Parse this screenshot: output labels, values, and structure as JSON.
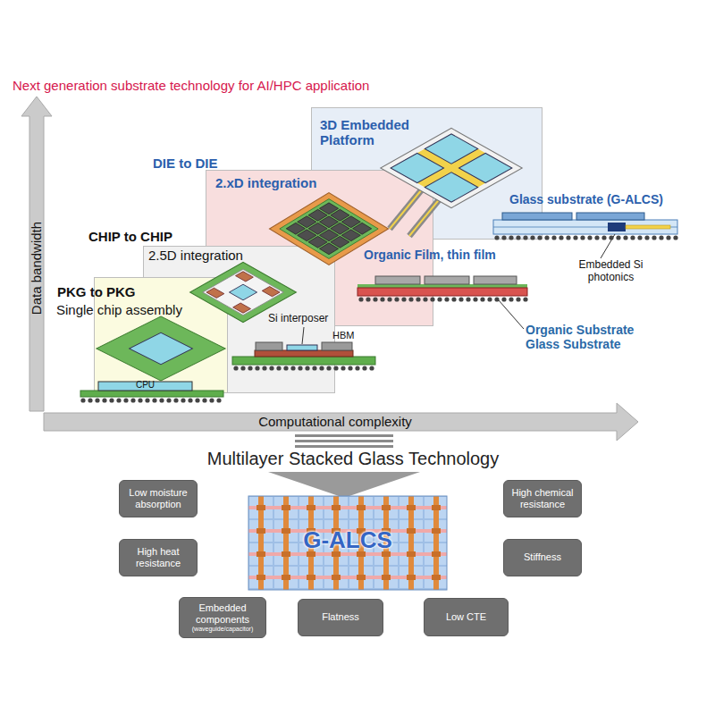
{
  "diagram": {
    "title": "Next generation substrate technology for AI/HPC application",
    "nodes": [
      {
        "text": [
          "PKG to PKG",
          "Single chip assembly"
        ]
      },
      {
        "text": [
          "CHIP to CHIP",
          "2.5D integration"
        ]
      },
      {
        "text": [
          "DIE to DIE",
          "2.xD integration"
        ]
      },
      {
        "text": [
          "3D Embedded Platform"
        ]
      },
      {
        "text": [
          "Low moisture absorption"
        ]
      },
      {
        "text": [
          "High chemical resistance"
        ]
      },
      {
        "text": [
          "High heat resistance"
        ]
      },
      {
        "text": [
          "Stiffness"
        ]
      },
      {
        "text": [
          "Embedded components",
          "(waveguide/capacitor)"
        ]
      },
      {
        "text": [
          "Flatness"
        ]
      },
      {
        "text": [
          "Low CTE"
        ]
      }
    ],
    "labels": [
      "Data bandwidth",
      "Computational complexity",
      "CPU",
      "Si interposer",
      "HBM",
      "Organic Film, thin film",
      "Organic Substrate Glass Substrate",
      "Glass substrate (G-ALCS)",
      "Embedded Si photonics",
      "Multilayer Stacked Glass Technology",
      "G-ALCS"
    ]
  }
}
